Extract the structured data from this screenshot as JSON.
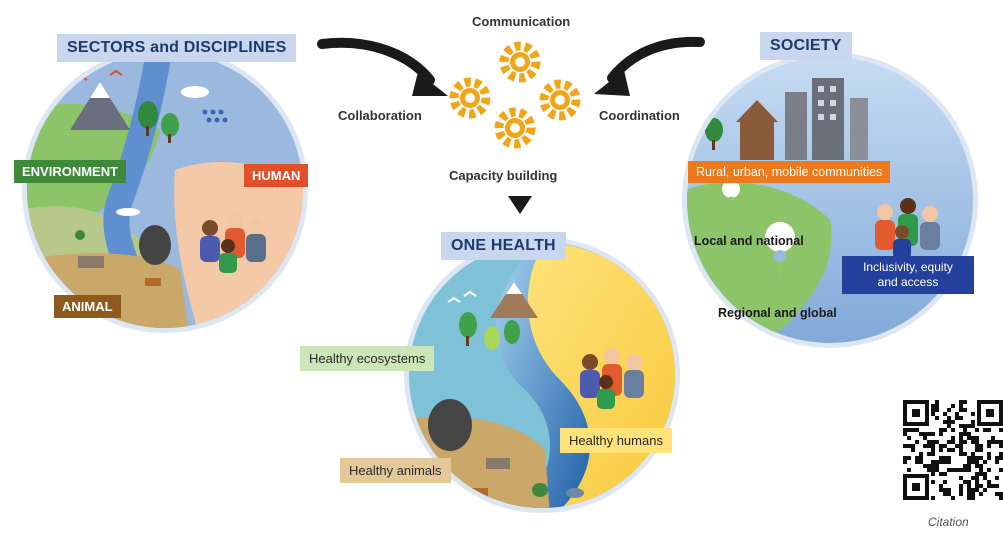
{
  "cycle": {
    "communication": "Communication",
    "collaboration": "Collaboration",
    "coordination": "Coordination",
    "capacity_building": "Capacity building"
  },
  "sectors": {
    "title": "SECTORS and DISCIPLINES",
    "environment": "ENVIRONMENT",
    "human": "HUMAN",
    "animal": "ANIMAL"
  },
  "society": {
    "title": "SOCIETY",
    "communities": "Rural, urban, mobile communities",
    "local": "Local and national",
    "regional": "Regional and global",
    "inclusivity_line1": "Inclusivity, equity",
    "inclusivity_line2": "and access"
  },
  "one_health": {
    "title": "ONE HEALTH",
    "ecosystems": "Healthy ecosystems",
    "humans": "Healthy humans",
    "animals": "Healthy animals"
  },
  "citation": "Citation",
  "colors": {
    "gear": "#f3a51a",
    "environment": "#3f8a3a",
    "human": "#e2502a",
    "animal": "#8c5a1c",
    "communities": "#ec7a1c",
    "inclusivity": "#23409a",
    "title_bg": "#c9d7ee"
  },
  "icons": [
    "gear-icon",
    "arrow-icon",
    "location-pin-icon",
    "qr-code-icon"
  ]
}
